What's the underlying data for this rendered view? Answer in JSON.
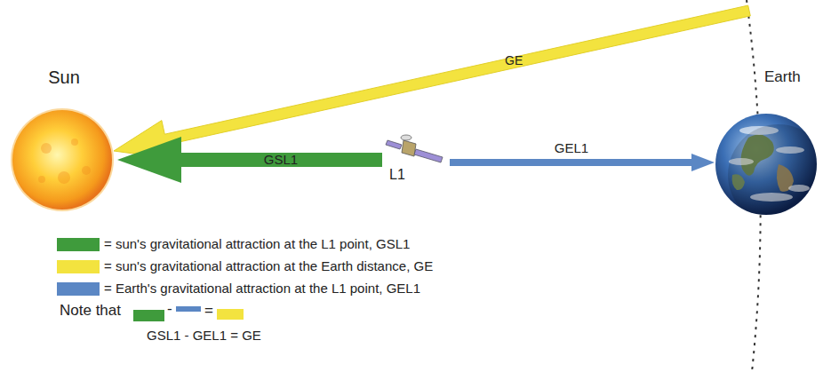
{
  "diagram": {
    "nodes": [
      {
        "text": [
          "Sun"
        ]
      },
      {
        "text": [
          "L1"
        ]
      },
      {
        "text": [
          "Earth"
        ]
      }
    ],
    "edges": [
      {
        "from": 1,
        "to": 0,
        "arrow": "to",
        "label": "GSL1"
      },
      {
        "from": 1,
        "to": 2,
        "arrow": "to",
        "label": "GEL1"
      }
    ],
    "labels": [
      "GE",
      "Note that",
      "-",
      "=",
      "GSL1 - GEL1 = GE"
    ],
    "legend": [
      {
        "text": "= sun's gravitational attraction at the L1 point, GSL1",
        "color": "#3f9b3c"
      },
      {
        "text": "= sun's gravitational attraction at the Earth distance, GE",
        "color": "#f3e33f"
      },
      {
        "text": "= Earth's gravitational attraction at the L1 point, GEL1",
        "color": "#5b87c4"
      }
    ]
  }
}
